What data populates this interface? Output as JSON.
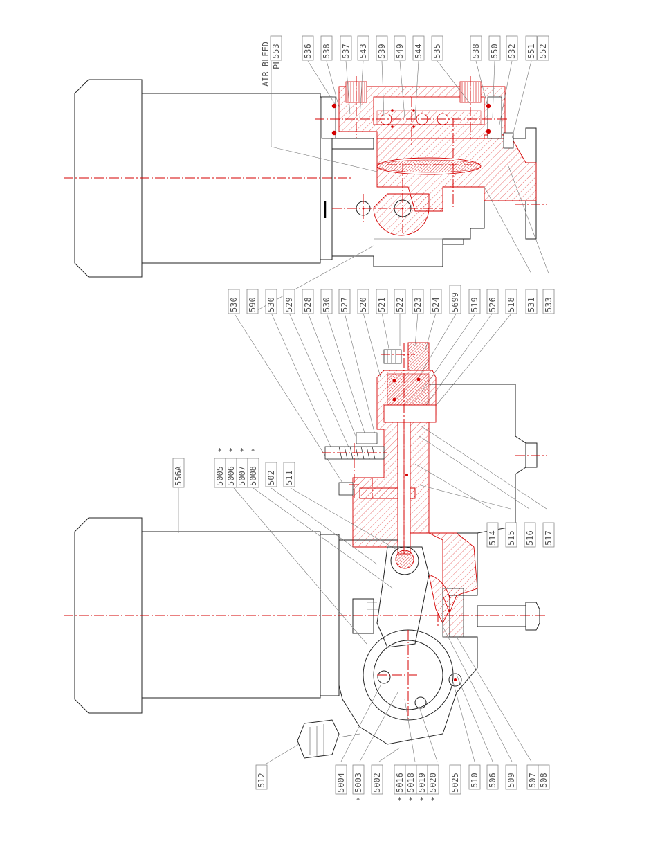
{
  "drawing": {
    "title": "",
    "upper_view_labels": [
      "536",
      "538",
      "537",
      "543",
      "539",
      "549",
      "544",
      "535",
      "538",
      "550",
      "532",
      "551",
      "552"
    ],
    "upper_view_label_groups": [
      {
        "id": "551-552",
        "parts": [
          "551",
          "552"
        ]
      }
    ],
    "upper_view_text": {
      "air_bleed_line1": "AIR BLEED",
      "air_bleed_line2": "PLUG",
      "air_bleed_part": "553"
    },
    "middle_labels": [
      "530",
      "590",
      "530",
      "529",
      "528",
      "530",
      "527",
      "520",
      "521",
      "522",
      "523",
      "524",
      "5699",
      "519",
      "526",
      "518",
      "531",
      "533"
    ],
    "lower_view_labels": {
      "motor": "556A",
      "group_top": [
        "5005",
        "5006",
        "5007",
        "5008"
      ],
      "group_top_marks": [
        "*",
        "*",
        "*",
        "*"
      ],
      "singles_top": [
        "502",
        "511"
      ],
      "right_side": [
        "514",
        "515",
        "516",
        "517"
      ],
      "bottom": [
        "512",
        "5004",
        "5003",
        "5002",
        "5016",
        "5018",
        "5019",
        "5020",
        "5025",
        "510",
        "506",
        "509",
        "507",
        "508"
      ],
      "bottom_marks": {
        "5003": "*",
        "5016": "*",
        "5018": "*",
        "5019": "*",
        "5020": "*"
      }
    },
    "colors": {
      "section_red": "#d40000",
      "outline": "#222222",
      "label_box": "#888888"
    }
  }
}
